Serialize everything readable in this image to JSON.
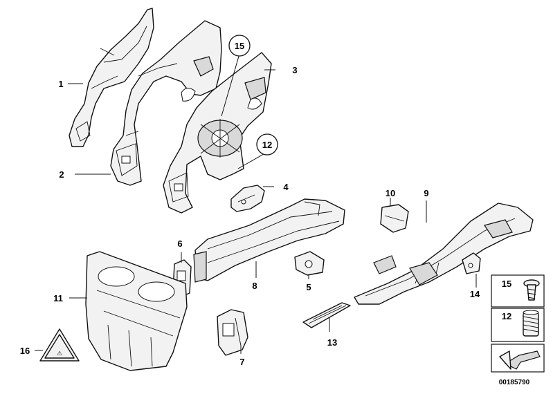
{
  "callouts": {
    "c1": "1",
    "c2": "2",
    "c3": "3",
    "c4": "4",
    "c5": "5",
    "c6": "6",
    "c7": "7",
    "c8": "8",
    "c9": "9",
    "c10": "10",
    "c11": "11",
    "c12": "12",
    "c13": "13",
    "c14": "14",
    "c15": "15",
    "c16": "16"
  },
  "legend": {
    "item_15": "15",
    "item_12": "12"
  },
  "reference_number": "00185790"
}
